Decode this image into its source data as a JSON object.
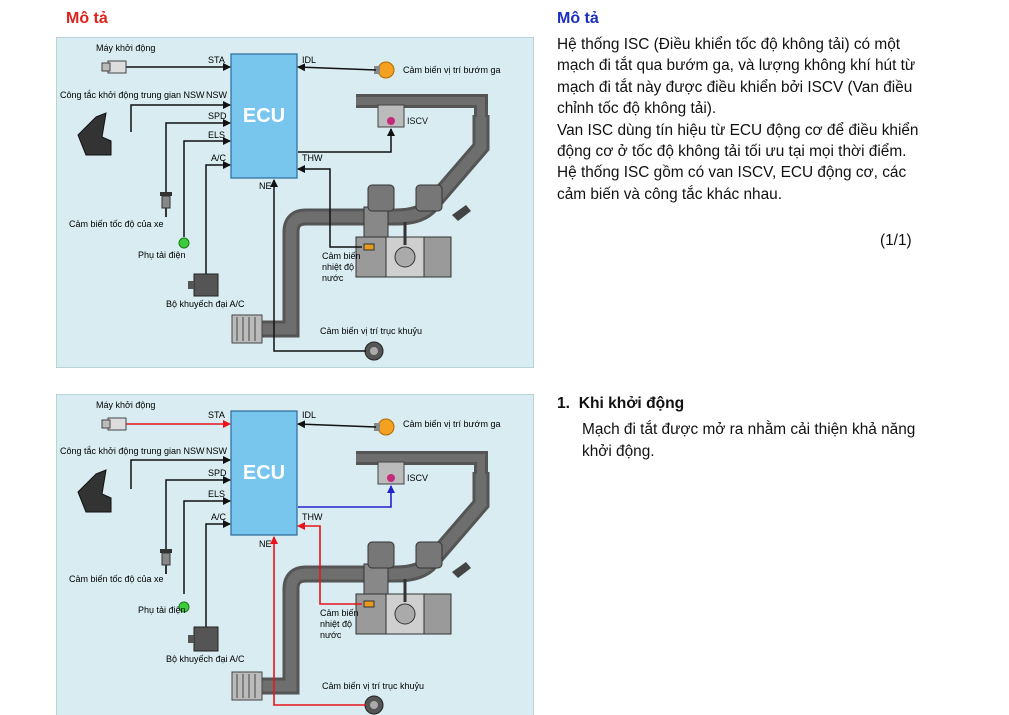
{
  "left_heading": "Mô tả",
  "right_heading": "Mô tả",
  "description": {
    "paragraphs": [
      "Hệ thống ISC (Điều khiển tốc độ không tải) có một mạch đi tắt qua bướm ga, và lượng không khí hút từ mạch đi tắt này được điều khiển bởi ISCV (Van điều chỉnh tốc độ không tải).",
      "Van ISC dùng tín hiệu từ ECU động cơ để điều khiển động cơ ở tốc độ không tải tối ưu tại mọi thời điểm.",
      "Hệ thống ISC gồm có van ISCV, ECU động cơ, các cảm biến và công tắc khác nhau."
    ],
    "page_counter": "(1/1)"
  },
  "section1": {
    "number": "1.",
    "title": "Khi khởi động",
    "body": "Mạch đi tắt được mở ra nhằm cải thiện khả năng khởi động."
  },
  "diagram": {
    "ecu": "ECU",
    "signals": {
      "sta": "STA",
      "nsw": "NSW",
      "spd": "SPD",
      "els": "ELS",
      "ac": "A/C",
      "idl": "IDL",
      "thw": "THW",
      "ne": "NE"
    },
    "labels": {
      "starter": "Máy khởi động",
      "neutral_switch": "Công tắc khởi động trung gian NSW",
      "speed_sensor": "Cảm biến tốc độ của xe",
      "electrical_load": "Phụ tải điện",
      "ac_amp": "Bộ khuyếch đại A/C",
      "throttle_sensor": "Cảm biến vị trí bướm ga",
      "iscv": "ISCV",
      "water_temp_1": "Cảm biến",
      "water_temp_2": "nhiệt độ",
      "water_temp_3": "nước",
      "crank_sensor": "Cảm biến vị trí trục khuỷu"
    },
    "colors": {
      "background": "#d8ecf2",
      "ecu_fill": "#78c6ee",
      "duct": "#555555",
      "highlight_red": "#e8141c",
      "highlight_blue": "#2222cc"
    }
  }
}
